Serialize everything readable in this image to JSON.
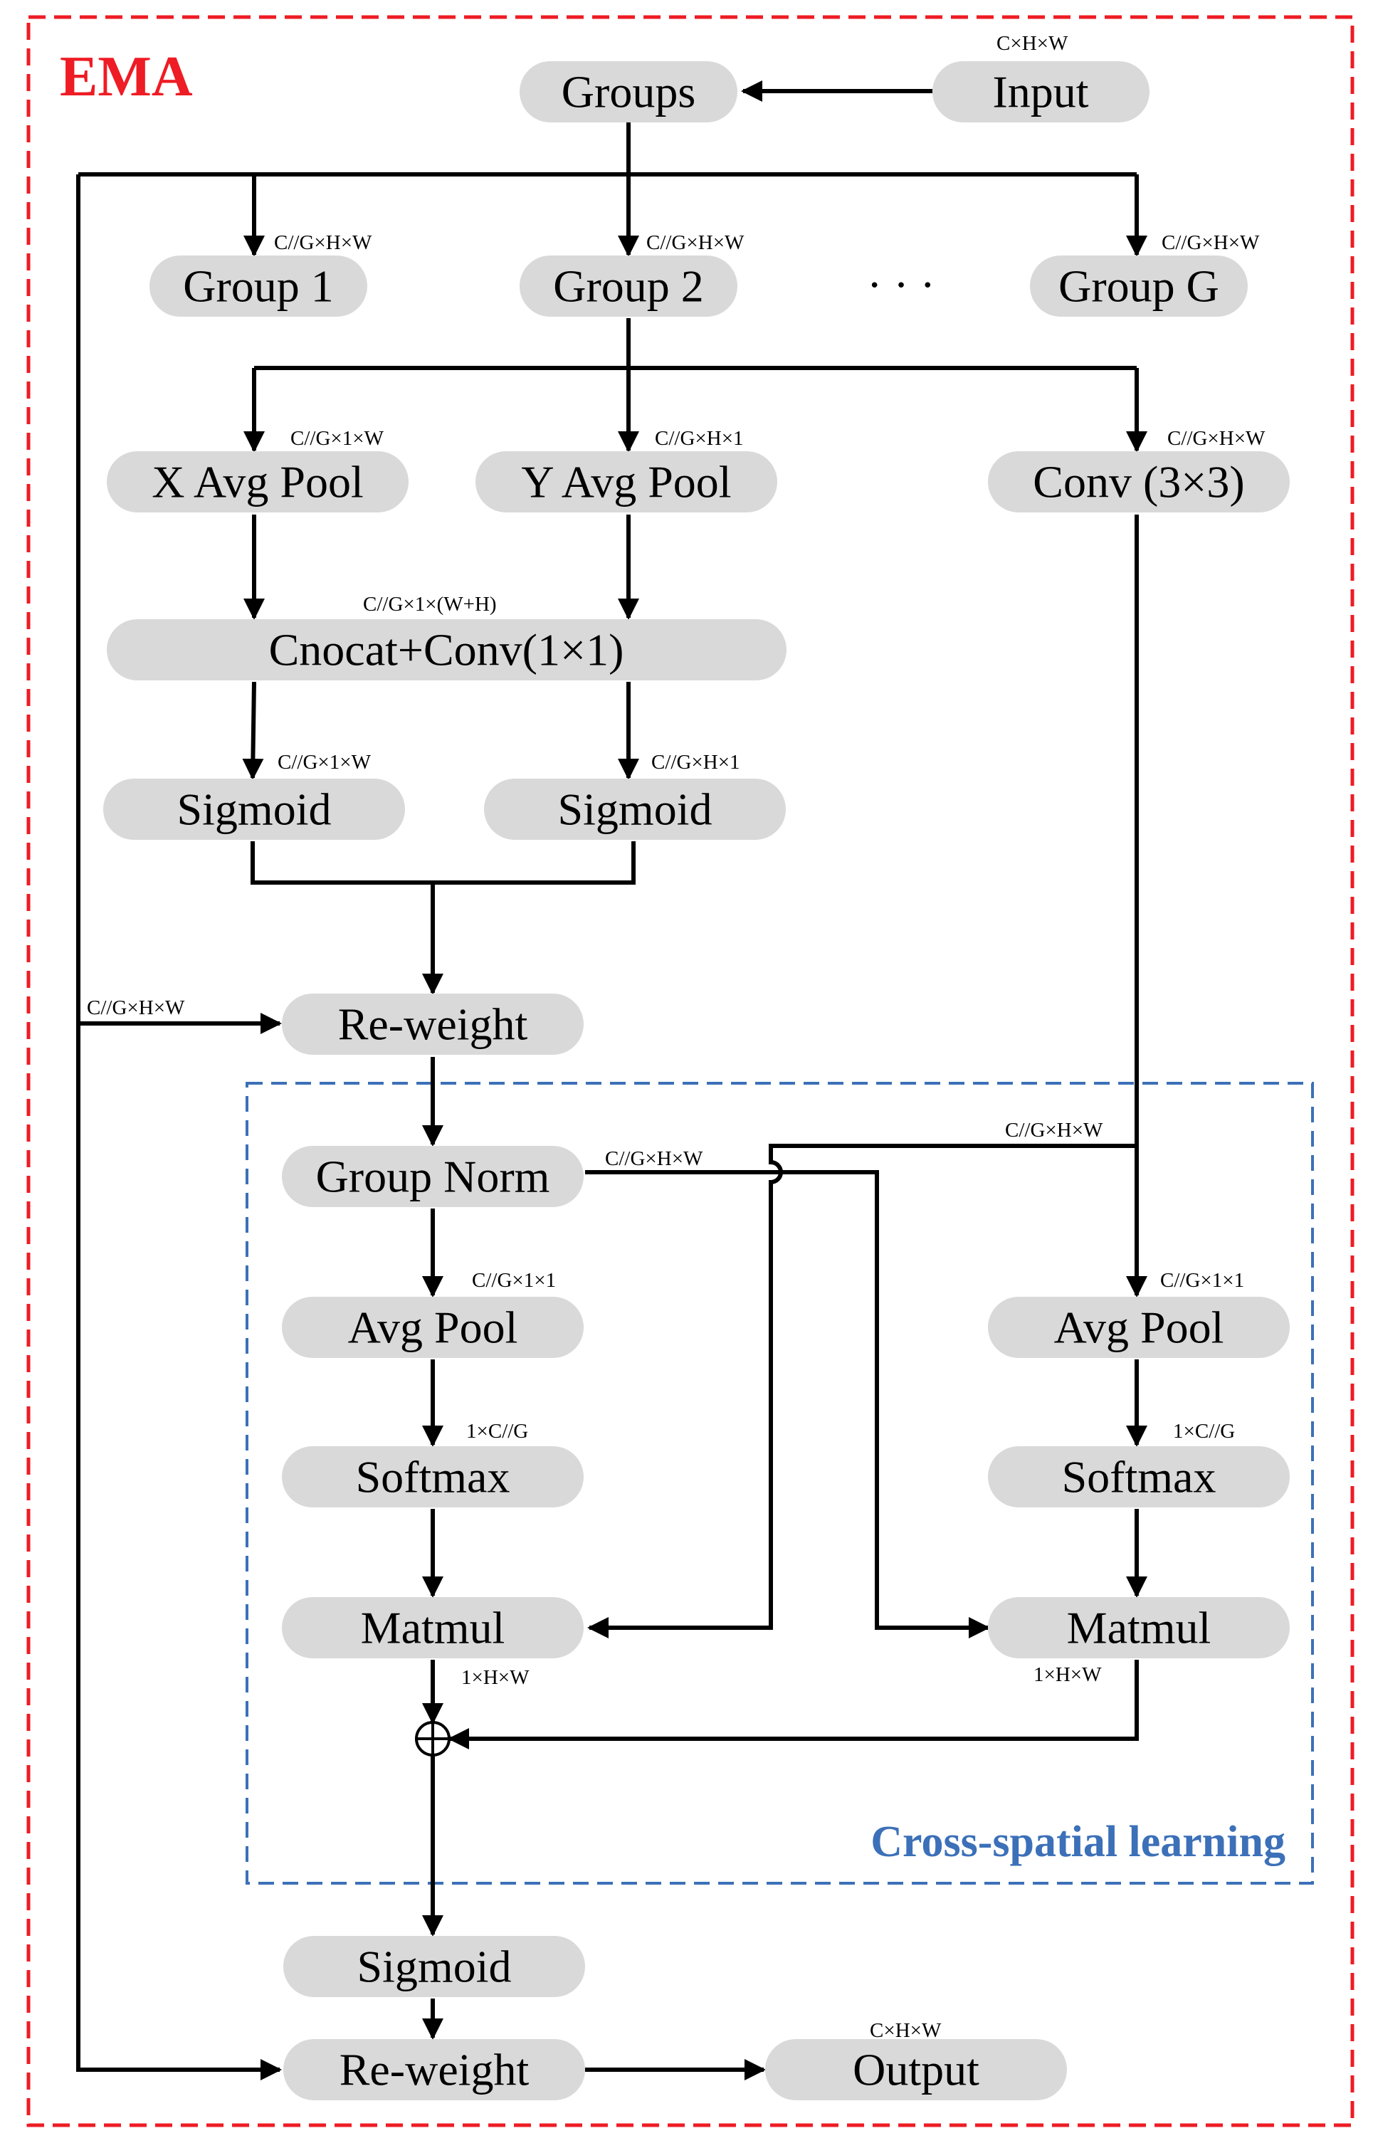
{
  "title": "EMA",
  "region_title": "Cross-spatial learning",
  "colors": {
    "outer_border": "#ee1c24",
    "inner_border": "#3c70b8",
    "node_fill": "#d9d9d9",
    "edge": "#000000"
  },
  "nodes": {
    "input": "Input",
    "groups": "Groups",
    "group_1": "Group 1",
    "group_2": "Group 2",
    "ellipsis": "· · ·",
    "group_g": "Group G",
    "x_avg_pool": "X Avg Pool",
    "y_avg_pool": "Y Avg Pool",
    "conv3": "Conv (3×3)",
    "concat_conv": "Cnocat+Conv(1×1)",
    "sigmoid_1": "Sigmoid",
    "sigmoid_2": "Sigmoid",
    "reweight_1": "Re-weight",
    "group_norm": "Group Norm",
    "avg_pool_l": "Avg Pool",
    "avg_pool_r": "Avg Pool",
    "softmax_l": "Softmax",
    "softmax_r": "Softmax",
    "matmul_l": "Matmul",
    "matmul_r": "Matmul",
    "plus": "⊕",
    "sigmoid_3": "Sigmoid",
    "reweight_2": "Re-weight",
    "output": "Output"
  },
  "dims": {
    "input": "C×H×W",
    "group_1": "C//G×H×W",
    "group_2": "C//G×H×W",
    "group_g": "C//G×H×W",
    "x_pool": "C//G×1×W",
    "y_pool": "C//G×H×1",
    "conv3": "C//G×H×W",
    "concat": "C//G×1×(W+H)",
    "sig_l": "C//G×1×W",
    "sig_r": "C//G×H×1",
    "reweight_in": "C//G×H×W",
    "conv_branch": "C//G×H×W",
    "gn_out": "C//G×H×W",
    "avgpool_l": "C//G×1×1",
    "avgpool_r": "C//G×1×1",
    "softmax_l": "1×C//G",
    "softmax_r": "1×C//G",
    "matmul_l": "1×H×W",
    "matmul_r": "1×H×W",
    "output": "C×H×W"
  }
}
